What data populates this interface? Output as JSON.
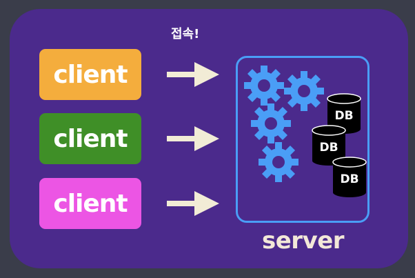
{
  "connect_label": "접속!",
  "clients": [
    {
      "label": "client",
      "color": "#f4ad3d"
    },
    {
      "label": "client",
      "color": "#3f8f27"
    },
    {
      "label": "client",
      "color": "#ec55e4"
    }
  ],
  "server": {
    "label": "server",
    "border_color": "#4a9ef6",
    "gear_color": "#4a9ef6",
    "gear_icon": "gear-icon",
    "databases": [
      {
        "label": "DB"
      },
      {
        "label": "DB"
      },
      {
        "label": "DB"
      }
    ]
  },
  "colors": {
    "background": "#3a3d4a",
    "panel": "#4b2a8c",
    "arrow": "#f2ecd6"
  }
}
